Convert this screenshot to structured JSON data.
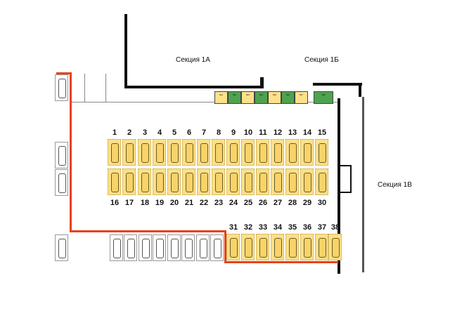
{
  "sections": [
    "Секция 1А",
    "Секция 1Б",
    "Секция 1В"
  ],
  "storage_rooms": [
    {
      "label": "№1",
      "status": "yellow"
    },
    {
      "label": "№2",
      "status": "green"
    },
    {
      "label": "№3",
      "status": "yellow"
    },
    {
      "label": "№4",
      "status": "green"
    },
    {
      "label": "№5",
      "status": "yellow"
    },
    {
      "label": "№6",
      "status": "green"
    },
    {
      "label": "№7",
      "status": "yellow"
    },
    {
      "label": "№8",
      "status": "green"
    }
  ],
  "spots": {
    "top": [
      "1",
      "2",
      "3",
      "4",
      "5",
      "6",
      "7",
      "8",
      "9",
      "10",
      "11",
      "12",
      "13",
      "14",
      "15"
    ],
    "bottom": [
      "16",
      "17",
      "18",
      "19",
      "20",
      "21",
      "22",
      "23",
      "24",
      "25",
      "26",
      "27",
      "28",
      "29",
      "30"
    ],
    "lower": [
      "31",
      "32",
      "33",
      "34",
      "35",
      "36",
      "37",
      "38"
    ]
  },
  "colors": {
    "available": "#fde08a",
    "storage_green": "#4fa24f",
    "route": "#e8401c"
  }
}
